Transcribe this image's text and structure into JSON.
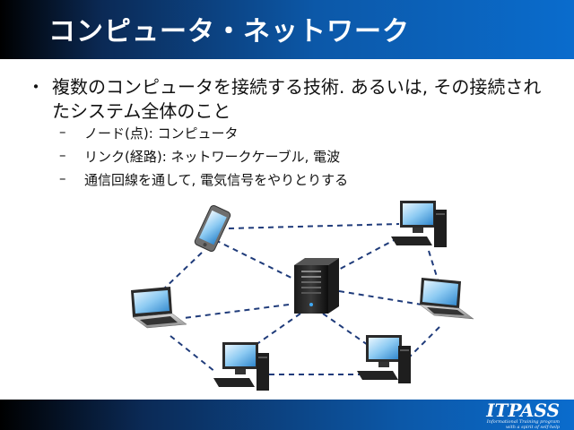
{
  "slide": {
    "title": "コンピュータ・ネットワーク",
    "bullet_mark": "・",
    "bullet_text": "複数のコンピュータを接続する技術. あるいは, その接続されたシステム全体のこと",
    "sub_items": [
      {
        "dash": "–",
        "text": "ノード(点): コンピュータ"
      },
      {
        "dash": "–",
        "text": "リンク(経路): ネットワークケーブル, 電波"
      },
      {
        "dash": "–",
        "text": "通信回線を通して, 電気信号をやりとりする"
      }
    ]
  },
  "logo": {
    "main": "ITPASS",
    "sub_line1": "Informational Training program",
    "sub_line2": "with a spirit of self-help"
  },
  "colors": {
    "header_dark": "#000000",
    "header_blue": "#0a6ccd",
    "link_dash": "#1f3b7a"
  }
}
